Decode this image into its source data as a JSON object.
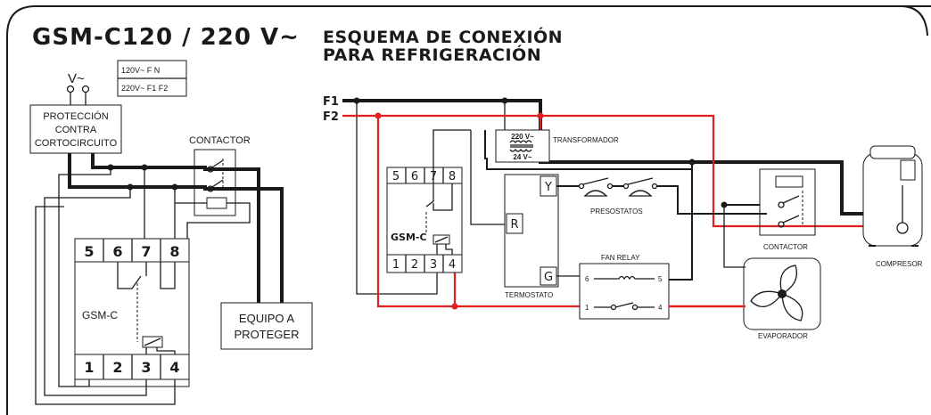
{
  "header": {
    "title": "GSM-C120 / 220 V~",
    "subtitle_line1": "ESQUEMA DE CONEXIÓN",
    "subtitle_line2": "PARA REFRIGERACIÓN"
  },
  "left": {
    "supply_symbol": "V~",
    "table": {
      "row1": "120V~  F    N",
      "row2": "220V~ F1  F2"
    },
    "protection": [
      "PROTECCIÓN",
      "CONTRA",
      "CORTOCIRCUITO"
    ],
    "contactor_label": "CONTACTOR",
    "gsm_label": "GSM-C",
    "terminals_top": [
      "5",
      "6",
      "7",
      "8"
    ],
    "terminals_bottom": [
      "1",
      "2",
      "3",
      "4"
    ],
    "equipo": [
      "EQUIPO A",
      "PROTEGER"
    ]
  },
  "right": {
    "line_f1": "F1",
    "line_f2": "F2",
    "transformer": {
      "primary": "220 V~",
      "secondary": "24 V~",
      "label": "TRANSFORMADOR"
    },
    "gsm_label": "GSM-C",
    "terminals_top": [
      "5",
      "6",
      "7",
      "8"
    ],
    "terminals_bottom": [
      "1",
      "2",
      "3",
      "4"
    ],
    "thermostat": {
      "y": "Y",
      "r": "R",
      "g": "G",
      "label": "TERMOSTATO"
    },
    "presostatos_label": "PRESOSTATOS",
    "fan_relay": {
      "label": "FAN RELAY",
      "pin6": "6",
      "pin5": "5",
      "pin1": "1",
      "pin4": "4"
    },
    "contactor_label": "CONTACTOR",
    "compresor_label": "COMPRESOR",
    "evaporador_label": "EVAPORADOR"
  },
  "colors": {
    "wire": "#1a1a1a",
    "f2_wire": "#e02020",
    "background": "#ffffff"
  }
}
